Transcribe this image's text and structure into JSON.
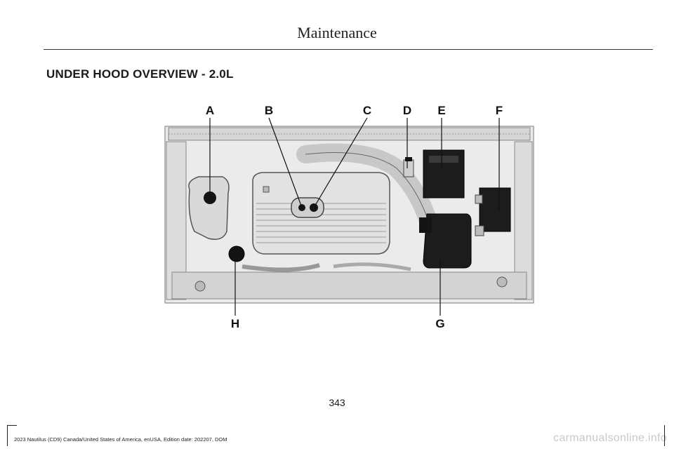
{
  "header": {
    "title": "Maintenance"
  },
  "section": {
    "heading": "UNDER HOOD OVERVIEW - 2.0L"
  },
  "figure": {
    "callouts": [
      "A",
      "B",
      "C",
      "D",
      "E",
      "F",
      "G",
      "H"
    ],
    "background_color": "#e9e9e9",
    "accent_dark": "#141414"
  },
  "footer": {
    "page_number": "343",
    "edition": "2023 Nautilus (CD9) Canada/United States of America, enUSA, Edition date: 202207, DOM"
  },
  "watermark": "carmanualsonline.info"
}
